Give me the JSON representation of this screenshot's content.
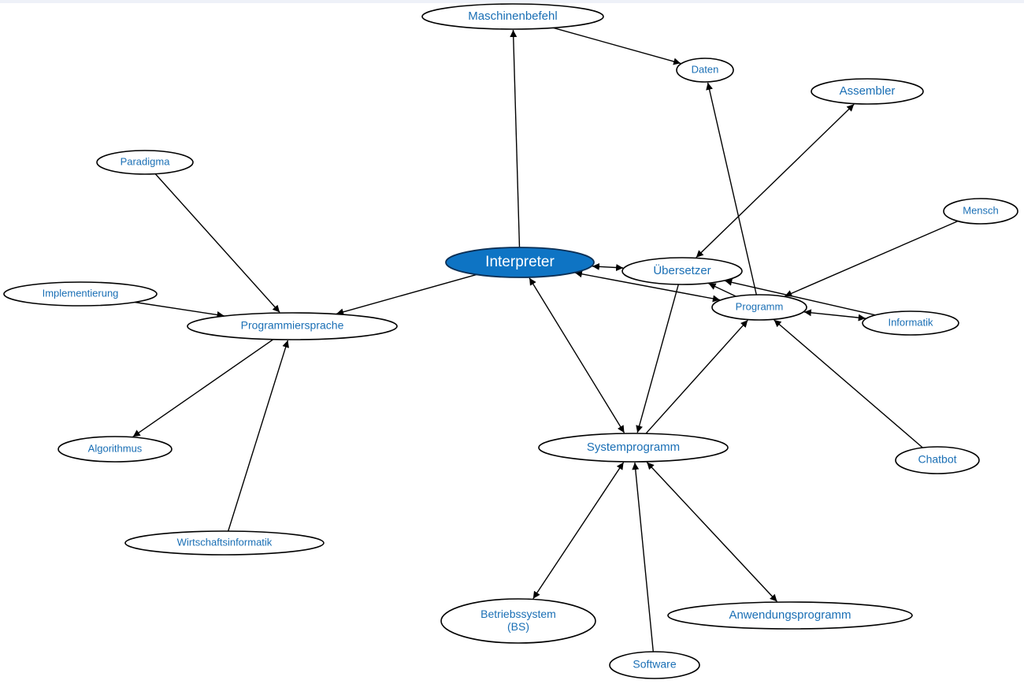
{
  "diagram": {
    "nodes": [
      {
        "id": "interpreter",
        "label": "Interpreter",
        "central": true
      },
      {
        "id": "maschinenbefehl",
        "label": "Maschinenbefehl"
      },
      {
        "id": "daten",
        "label": "Daten"
      },
      {
        "id": "assembler",
        "label": "Assembler"
      },
      {
        "id": "paradigma",
        "label": "Paradigma"
      },
      {
        "id": "mensch",
        "label": "Mensch"
      },
      {
        "id": "uebersetzer",
        "label": "Übersetzer"
      },
      {
        "id": "implementierung",
        "label": "Implementierung"
      },
      {
        "id": "programmiersprache",
        "label": "Programmiersprache"
      },
      {
        "id": "programm",
        "label": "Programm"
      },
      {
        "id": "informatik",
        "label": "Informatik"
      },
      {
        "id": "algorithmus",
        "label": "Algorithmus"
      },
      {
        "id": "systemprogramm",
        "label": "Systemprogramm"
      },
      {
        "id": "chatbot",
        "label": "Chatbot"
      },
      {
        "id": "wirtschaftsinformatik",
        "label": "Wirtschaftsinformatik"
      },
      {
        "id": "betriebssystem",
        "label": "Betriebssystem\n(BS)"
      },
      {
        "id": "anwendungsprogramm",
        "label": "Anwendungsprogramm"
      },
      {
        "id": "software",
        "label": "Software"
      }
    ],
    "edges": [
      {
        "from": "interpreter",
        "to": "maschinenbefehl"
      },
      {
        "from": "maschinenbefehl",
        "to": "daten"
      },
      {
        "from": "programm",
        "to": "daten"
      },
      {
        "from": "uebersetzer",
        "to": "assembler",
        "bidirectional": true
      },
      {
        "from": "paradigma",
        "to": "programmiersprache"
      },
      {
        "from": "implementierung",
        "to": "programmiersprache"
      },
      {
        "from": "interpreter",
        "to": "programmiersprache"
      },
      {
        "from": "programmiersprache",
        "to": "algorithmus"
      },
      {
        "from": "wirtschaftsinformatik",
        "to": "programmiersprache"
      },
      {
        "from": "interpreter",
        "to": "uebersetzer",
        "bidirectional": true
      },
      {
        "from": "interpreter",
        "to": "programm",
        "bidirectional": true
      },
      {
        "from": "interpreter",
        "to": "systemprogramm",
        "bidirectional": true
      },
      {
        "from": "uebersetzer",
        "to": "systemprogramm"
      },
      {
        "from": "programm",
        "to": "uebersetzer"
      },
      {
        "from": "informatik",
        "to": "uebersetzer"
      },
      {
        "from": "mensch",
        "to": "programm"
      },
      {
        "from": "programm",
        "to": "informatik",
        "bidirectional": true
      },
      {
        "from": "chatbot",
        "to": "programm"
      },
      {
        "from": "systemprogramm",
        "to": "programm"
      },
      {
        "from": "systemprogramm",
        "to": "betriebssystem",
        "bidirectional": true
      },
      {
        "from": "systemprogramm",
        "to": "anwendungsprogramm",
        "bidirectional": true
      },
      {
        "from": "software",
        "to": "systemprogramm"
      }
    ]
  }
}
